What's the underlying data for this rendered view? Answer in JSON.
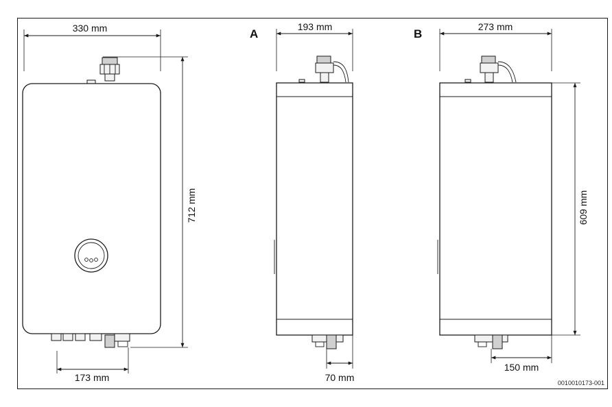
{
  "front_view": {
    "width_label": "330 mm",
    "height_label": "712 mm",
    "connection_spacing_label": "173 mm"
  },
  "side_view_a": {
    "label": "A",
    "depth_label": "193 mm",
    "connection_offset_label": "70 mm"
  },
  "side_view_b": {
    "label": "B",
    "depth_label": "273 mm",
    "height_label": "609 mm",
    "connection_offset_label": "150 mm"
  },
  "document_code": "0010010173-001"
}
